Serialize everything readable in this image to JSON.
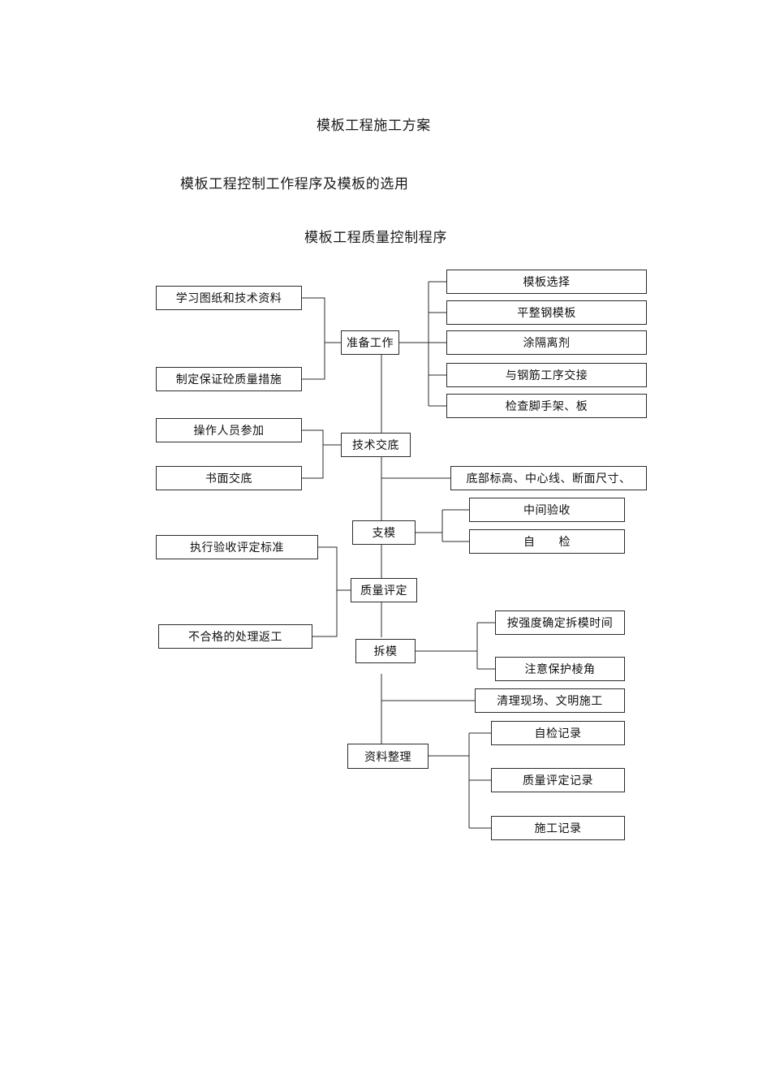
{
  "document": {
    "title_main": "模板工程施工方案",
    "title_sub": "模板工程控制工作程序及模板的选用",
    "title_sub2": "模板工程质量控制程序"
  },
  "chart_data": {
    "type": "diagram",
    "title": "模板工程质量控制程序",
    "orientation": "top-to-bottom",
    "spine": [
      {
        "id": "prep",
        "label": "准备工作"
      },
      {
        "id": "tech",
        "label": "技术交底"
      },
      {
        "id": "support",
        "label": "支模"
      },
      {
        "id": "quality",
        "label": "质量评定"
      },
      {
        "id": "remove",
        "label": "拆模"
      },
      {
        "id": "archive",
        "label": "资料整理"
      }
    ],
    "inputs_left": [
      {
        "id": "in1",
        "label": "学习图纸和技术资料",
        "target": "prep"
      },
      {
        "id": "in2",
        "label": "制定保证砼质量措施",
        "target": "prep"
      },
      {
        "id": "in3",
        "label": "操作人员参加",
        "target": "tech"
      },
      {
        "id": "in4",
        "label": "书面交底",
        "target": "tech"
      },
      {
        "id": "in5",
        "label": "执行验收评定标准",
        "target": "quality"
      },
      {
        "id": "in6",
        "label": "不合格的处理返工",
        "target": "quality"
      }
    ],
    "outputs_right": [
      {
        "id": "o1",
        "label": "模板选择",
        "source": "prep"
      },
      {
        "id": "o2",
        "label": "平整钢模板",
        "source": "prep"
      },
      {
        "id": "o3",
        "label": "涂隔离剂",
        "source": "prep"
      },
      {
        "id": "o4",
        "label": "与钢筋工序交接",
        "source": "prep"
      },
      {
        "id": "o5",
        "label": "检查脚手架、板",
        "source": "prep"
      },
      {
        "id": "o6",
        "label": "底部标高、中心线、断面尺寸、",
        "source": "tech"
      },
      {
        "id": "o7",
        "label": "中间验收",
        "source": "support"
      },
      {
        "id": "o8",
        "label": "自　　检",
        "source": "support"
      },
      {
        "id": "o9",
        "label": "按强度确定拆模时间",
        "source": "remove"
      },
      {
        "id": "o10",
        "label": "注意保护棱角",
        "source": "remove"
      },
      {
        "id": "o11",
        "label": "清理现场、文明施工",
        "source": "remove"
      },
      {
        "id": "o12",
        "label": "自检记录",
        "source": "archive"
      },
      {
        "id": "o13",
        "label": "质量评定记录",
        "source": "archive"
      },
      {
        "id": "o14",
        "label": "施工记录",
        "source": "archive"
      }
    ],
    "colors": {
      "box_border": "#2b2b2b",
      "line": "#2b2b2b",
      "text": "#111111",
      "background": "#ffffff"
    }
  }
}
